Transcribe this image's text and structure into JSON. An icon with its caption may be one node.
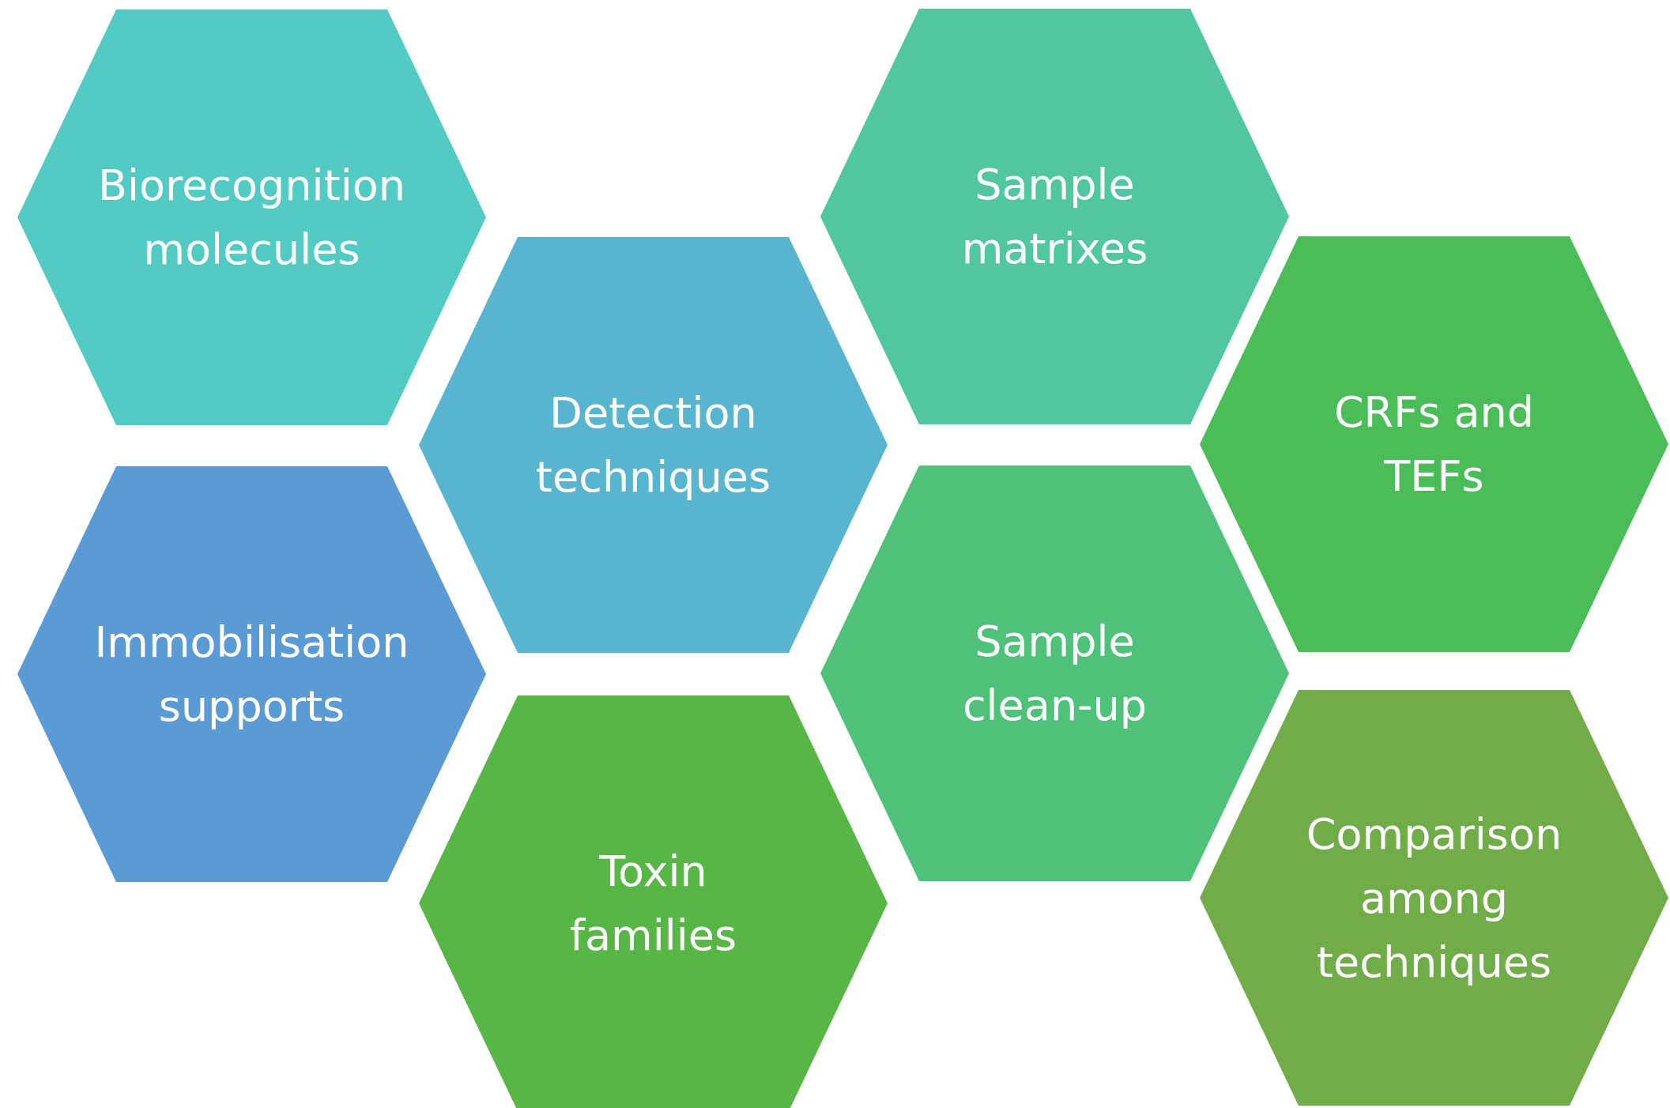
{
  "diagram": {
    "nodes": [
      {
        "text": [
          "Biorecognition molecules"
        ]
      },
      {
        "text": [
          "Detection techniques"
        ]
      },
      {
        "text": [
          "Immobilisation supports"
        ]
      },
      {
        "text": [
          "Toxin families"
        ]
      },
      {
        "text": [
          "Sample matrixes"
        ]
      },
      {
        "text": [
          "Sample clean-up"
        ]
      },
      {
        "text": [
          "CRFs and TEFs"
        ]
      },
      {
        "text": [
          "Comparison among techniques"
        ]
      }
    ]
  }
}
